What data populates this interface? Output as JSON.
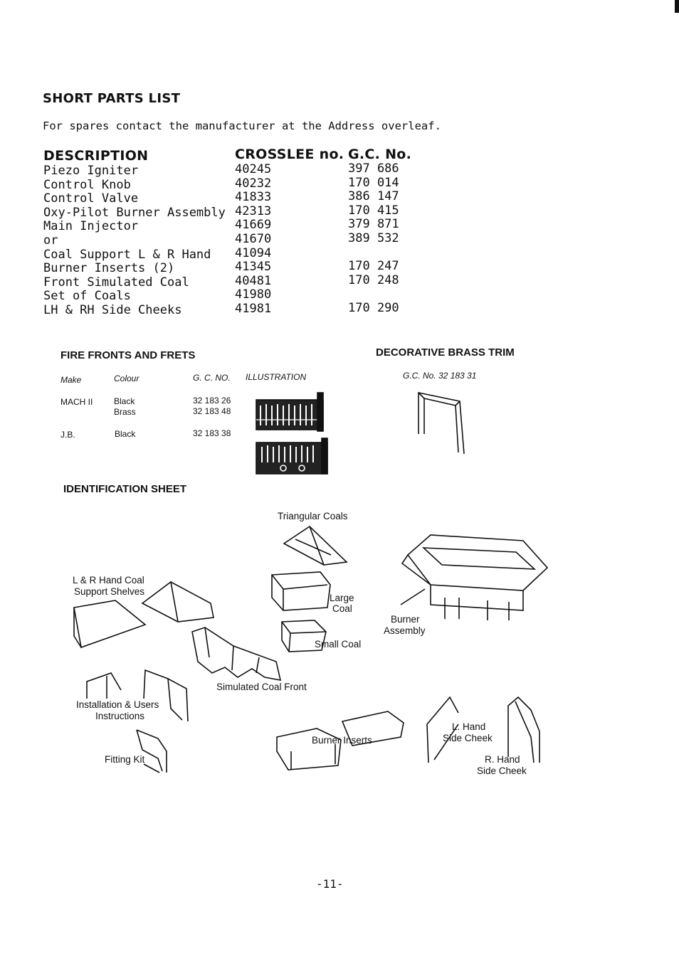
{
  "heading": "SHORT PARTS LIST",
  "intro": "For spares contact the manufacturer at the Address overleaf.",
  "parts_table": {
    "headers": {
      "description": "DESCRIPTION",
      "crosslee": "CROSSLEE no.",
      "gc": "G.C. No."
    },
    "rows": [
      {
        "description": "Piezo Igniter",
        "crosslee": "40245",
        "gc": "397 686"
      },
      {
        "description": "Control Knob",
        "crosslee": "40232",
        "gc": "170 014"
      },
      {
        "description": "Control Valve",
        "crosslee": "41833",
        "gc": "386 147"
      },
      {
        "description": "Oxy-Pilot Burner Assembly",
        "crosslee": "42313",
        "gc": "170 415"
      },
      {
        "description": "Main Injector",
        "crosslee": "41669",
        "gc": "379 871"
      },
      {
        "description": "or",
        "crosslee": "41670",
        "gc": "389 532"
      },
      {
        "description": "Coal Support L & R Hand",
        "crosslee": "41094",
        "gc": ""
      },
      {
        "description": "Burner Inserts (2)",
        "crosslee": "41345",
        "gc": "170 247"
      },
      {
        "description": "Front Simulated Coal",
        "crosslee": "40481",
        "gc": "170 248"
      },
      {
        "description": "Set of Coals",
        "crosslee": "41980",
        "gc": ""
      },
      {
        "description": "LH & RH Side Cheeks",
        "crosslee": "41981",
        "gc": "170 290"
      }
    ]
  },
  "fire_fronts": {
    "title": "FIRE FRONTS AND FRETS",
    "headers": {
      "make": "Make",
      "colour": "Colour",
      "gc": "G. C. NO.",
      "illustration": "ILLUSTRATION"
    },
    "rows": [
      {
        "make": "MACH II",
        "colour": "Black",
        "gc": "32 183 26"
      },
      {
        "make": "",
        "colour": "Brass",
        "gc": "32 183 48"
      },
      {
        "make": "J.B.",
        "colour": "Black",
        "gc": "32 183 38"
      }
    ]
  },
  "brass_trim": {
    "title": "DECORATIVE BRASS TRIM",
    "gc": "G.C. No. 32 183 31"
  },
  "identification": {
    "title": "IDENTIFICATION SHEET",
    "labels": {
      "triangular_coals": "Triangular Coals",
      "coal_support_line1": "L & R Hand Coal",
      "coal_support_line2": "Support Shelves",
      "large_coal_line1": "Large",
      "large_coal_line2": "Coal",
      "small_coal": "Small Coal",
      "burner_assembly_line1": "Burner",
      "burner_assembly_line2": "Assembly",
      "simulated_coal_front": "Simulated Coal Front",
      "installation_line1": "Installation & Users",
      "installation_line2": "Instructions",
      "fitting_kit": "Fitting Kit",
      "burner_inserts": "Burner Inserts",
      "l_cheek_line1": "L. Hand",
      "l_cheek_line2": "Side Cheek",
      "r_cheek_line1": "R. Hand",
      "r_cheek_line2": "Side Cheek"
    }
  },
  "page_number": "-11-"
}
